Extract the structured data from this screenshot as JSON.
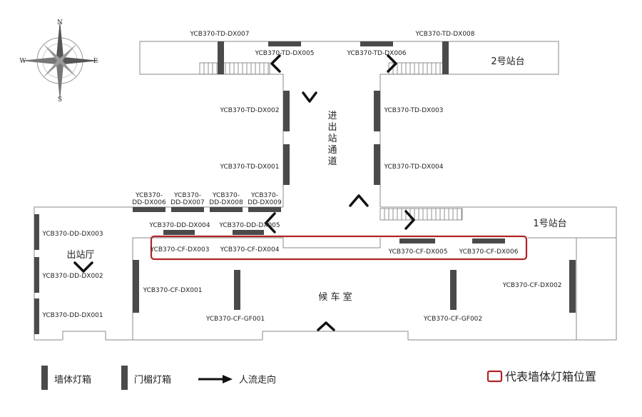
{
  "compass": {
    "north": "N",
    "south": "S",
    "east": "E",
    "west": "W"
  },
  "areas": {
    "platform_2": "2号站台",
    "platform_1": "1号站台",
    "passage": [
      "进",
      "出",
      "站",
      "通",
      "道"
    ],
    "exit_hall": "出站厅",
    "waiting_room": "候 车 室"
  },
  "lightboxes": {
    "td_dx007": "YCB370-TD-DX007",
    "td_dx008": "YCB370-TD-DX008",
    "td_dx005": "YCB370-TD-DX005",
    "td_dx006": "YCB370-TD-DX006",
    "td_dx002": "YCB370-TD-DX002",
    "td_dx003": "YCB370-TD-DX003",
    "td_dx001": "YCB370-TD-DX001",
    "td_dx004": "YCB370-TD-DX004",
    "dd_dx006": [
      "YCB370-",
      "DD-DX006"
    ],
    "dd_dx007": [
      "YCB370-",
      "DD-DX007"
    ],
    "dd_dx008": [
      "YCB370-",
      "DD-DX008"
    ],
    "dd_dx009": [
      "YCB370-",
      "DD-DX009"
    ],
    "dd_dx004": "YCB370-DD-DX004",
    "dd_dx005": "YCB370-DD-DX005",
    "dd_dx003": "YCB370-DD-DX003",
    "dd_dx002": "YCB370-DD-DX002",
    "dd_dx001": "YCB370-DD-DX001",
    "cf_dx003": "YCB370-CF-DX003",
    "cf_dx004": "YCB370-CF-DX004",
    "cf_dx005": "YCB370-CF-DX005",
    "cf_dx006": "YCB370-CF-DX006",
    "cf_dx001": "YCB370-CF-DX001",
    "cf_dx002": "YCB370-CF-DX002",
    "cf_gf001": "YCB370-CF-GF001",
    "cf_gf002": "YCB370-CF-GF002"
  },
  "legend": {
    "wall_lightbox": "墙体灯箱",
    "door_lightbox": "门楣灯箱",
    "flow_direction": "人流走向",
    "highlight_note": "代表墙体灯箱位置"
  },
  "colors": {
    "wall": "#888888",
    "lightbox": "#4a4a4a",
    "arrow": "#111111",
    "highlight": "#b02428"
  }
}
